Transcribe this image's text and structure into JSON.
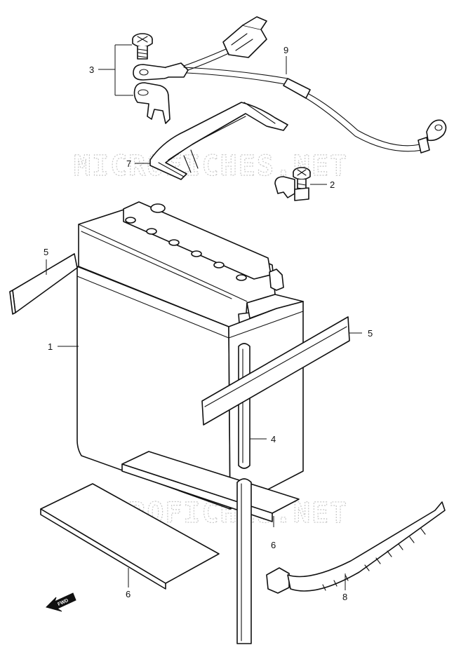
{
  "watermarks": [
    "MICROFICHES.NET",
    "MICROFICHES.NET"
  ],
  "callouts": {
    "c1": "1",
    "c2": "2",
    "c3": "3",
    "c4": "4",
    "c5a": "5",
    "c5b": "5",
    "c6a": "6",
    "c6b": "6",
    "c7": "7",
    "c8": "8",
    "c9": "9"
  },
  "fwd_label": "FWD"
}
